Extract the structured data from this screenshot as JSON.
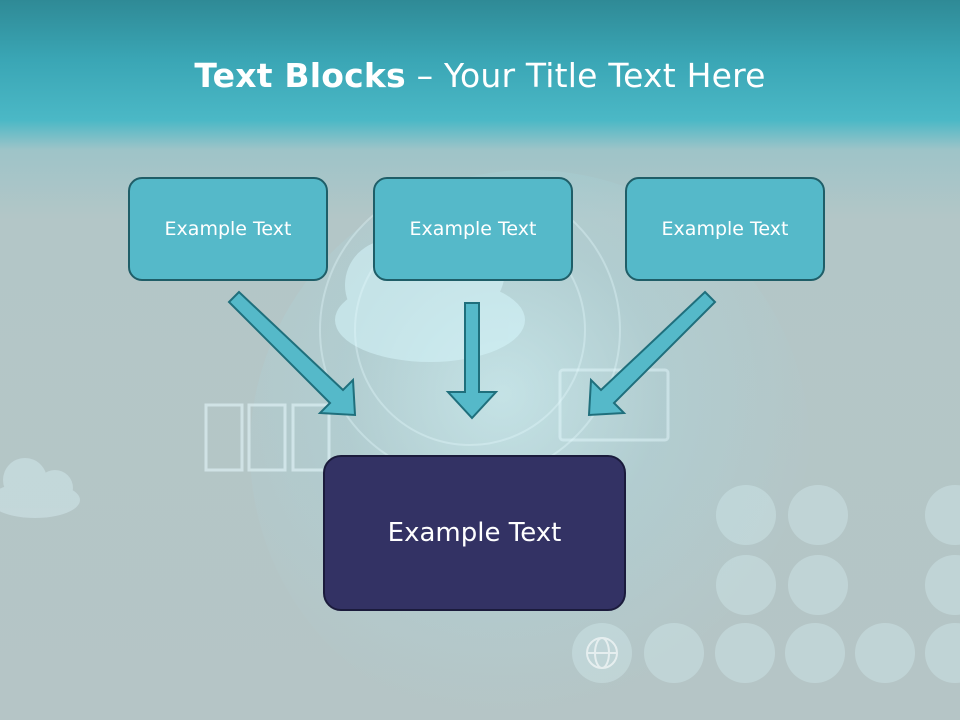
{
  "title": {
    "bold": "Text Blocks",
    "rest": " – Your Title Text Here"
  },
  "blocks": {
    "top_left": "Example Text",
    "top_center": "Example Text",
    "top_right": "Example Text",
    "bottom": "Example Text"
  },
  "colors": {
    "small_block_fill": "#55b9c9",
    "small_block_border": "#1f5e68",
    "big_block_fill": "#333264",
    "arrow_fill": "#55b9c9",
    "arrow_stroke": "#1f6f7c"
  }
}
